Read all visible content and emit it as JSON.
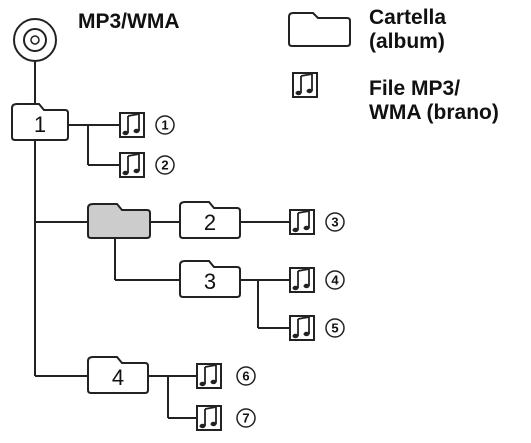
{
  "title": "MP3/WMA",
  "legend": {
    "folder_line1": "Cartella",
    "folder_line2": "(album)",
    "file_line1": "File MP3/",
    "file_line2": "WMA (brano)"
  },
  "folders": [
    "1",
    "2",
    "3",
    "4"
  ],
  "tracks": [
    "1",
    "2",
    "3",
    "4",
    "5",
    "6",
    "7"
  ],
  "icons": {
    "disc": "cd-disc-icon",
    "folder": "folder-icon",
    "file": "music-note-file-icon"
  },
  "colors": {
    "line": "#222222",
    "folder_fill": "#ffffff",
    "root_folder_fill": "#cccccc"
  }
}
